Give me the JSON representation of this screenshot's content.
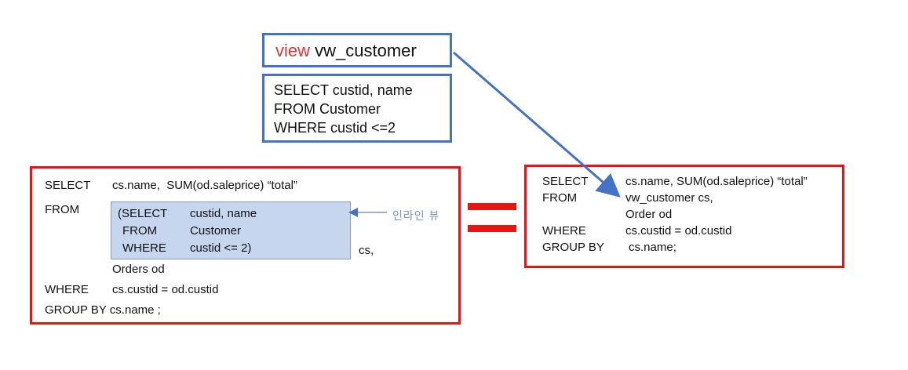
{
  "view_header": {
    "keyword": "view",
    "name": "vw_customer"
  },
  "view_definition": {
    "lines": [
      "SELECT custid, name",
      "FROM Customer",
      "WHERE custid <=2"
    ]
  },
  "left_query": {
    "select_kw": "SELECT",
    "select_expr": "cs.name,  SUM(od.saleprice) “total”",
    "from_kw": "FROM",
    "inline_view": {
      "row1_kw": "(SELECT",
      "row1_val": "custid, name",
      "row2_kw": "FROM",
      "row2_val": "Customer",
      "row3_kw": "WHERE",
      "row3_val": "custid <= 2)"
    },
    "alias_cs": "cs,",
    "orders": "Orders od",
    "where_kw": "WHERE",
    "where_expr": "cs.custid = od.custid",
    "groupby": "GROUP BY cs.name ;"
  },
  "callout": {
    "label": "인라인 뷰"
  },
  "right_query": {
    "select_kw": "SELECT",
    "select_expr": "cs.name, SUM(od.saleprice) “total”",
    "from_kw": "FROM",
    "from_expr": "vw_customer cs,",
    "orders": "Order od",
    "where_kw": "WHERE",
    "where_expr": "cs.custid = od.custid",
    "groupby_kw": "GROUP BY",
    "groupby_expr": "cs.name;"
  },
  "colors": {
    "blue_border": "#4472c4",
    "red_border": "#ee1111",
    "inline_fill": "#c5d6ee",
    "view_keyword": "#e53333",
    "arrow": "#4472c4"
  }
}
